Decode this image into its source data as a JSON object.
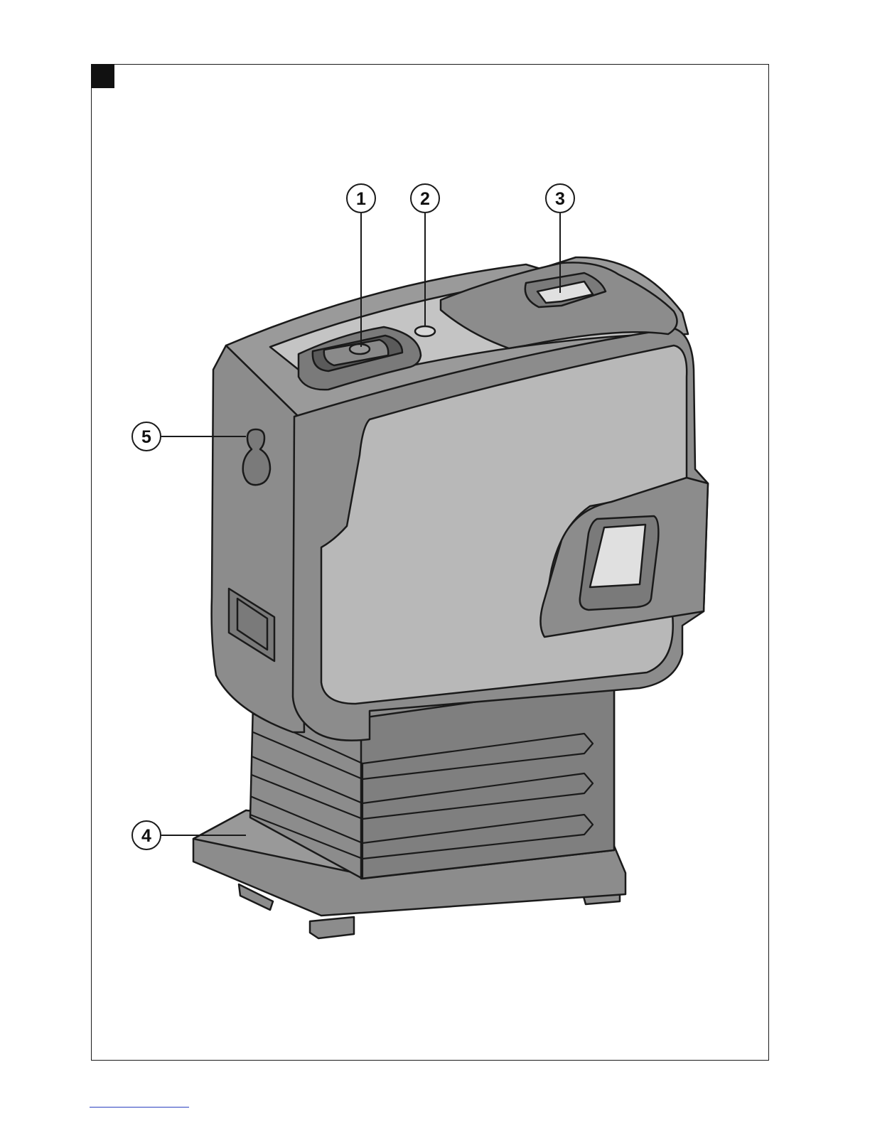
{
  "figure": {
    "marker_icon": "black-square-figure-marker",
    "frame_color": "#1a1a1a"
  },
  "device": {
    "body_color": "#8c8c8c",
    "panel_color": "#b8b8b8",
    "outline_color": "#1a1a1a",
    "window_color": "#e0e0e0"
  },
  "callouts": [
    {
      "id": "1",
      "label": "1"
    },
    {
      "id": "2",
      "label": "2"
    },
    {
      "id": "3",
      "label": "3"
    },
    {
      "id": "4",
      "label": "4"
    },
    {
      "id": "5",
      "label": "5"
    }
  ]
}
